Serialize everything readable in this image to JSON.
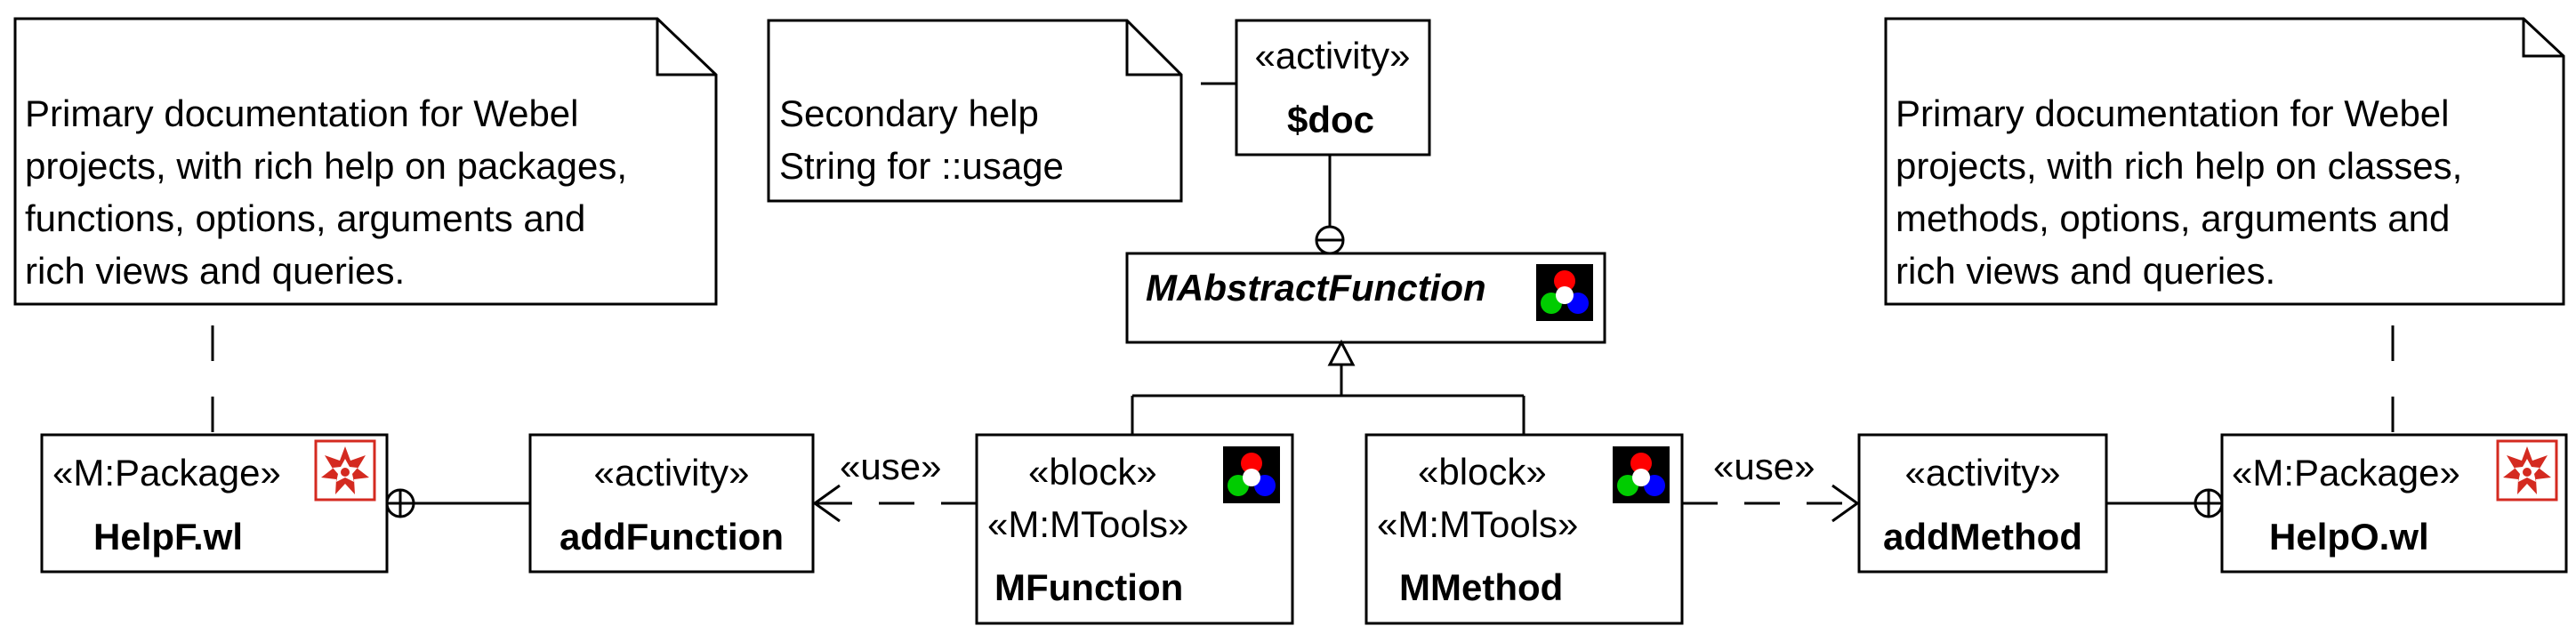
{
  "notes": {
    "left": [
      "Primary documentation for Webel",
      "projects, with rich help on packages,",
      "functions, options, arguments and",
      "rich views and queries."
    ],
    "middle": [
      "Secondary help",
      "String for ::usage"
    ],
    "right": [
      "Primary documentation for Webel",
      "projects, with rich help on classes,",
      "methods, options, arguments and",
      "rich views and queries."
    ]
  },
  "doc_box": {
    "stereotype": "«activity»",
    "name": "$doc"
  },
  "abstract_function": {
    "name": "MAbstractFunction",
    "icon": "mtools-rgb-circles-icon"
  },
  "helpf": {
    "stereotype": "«M:Package»",
    "name": "HelpF.wl",
    "icon": "mathematica-spikey-icon"
  },
  "add_function": {
    "stereotype": "«activity»",
    "name": "addFunction"
  },
  "mfunction": {
    "stereotype1": "«block»",
    "stereotype2": "«M:MTools»",
    "name": "MFunction",
    "icon": "mtools-rgb-circles-icon"
  },
  "mmethod": {
    "stereotype1": "«block»",
    "stereotype2": "«M:MTools»",
    "name": "MMethod",
    "icon": "mtools-rgb-circles-icon"
  },
  "add_method": {
    "stereotype": "«activity»",
    "name": "addMethod"
  },
  "helpo": {
    "stereotype": "«M:Package»",
    "name": "HelpO.wl",
    "icon": "mathematica-spikey-icon"
  },
  "edges": {
    "use_left": "«use»",
    "use_right": "«use»"
  },
  "colors": {
    "line": "#000000",
    "spikey": "#d42a20",
    "circle_red": "#ff0000",
    "circle_green": "#00cc00",
    "circle_blue": "#0000ff",
    "icon_bg": "#000000"
  }
}
